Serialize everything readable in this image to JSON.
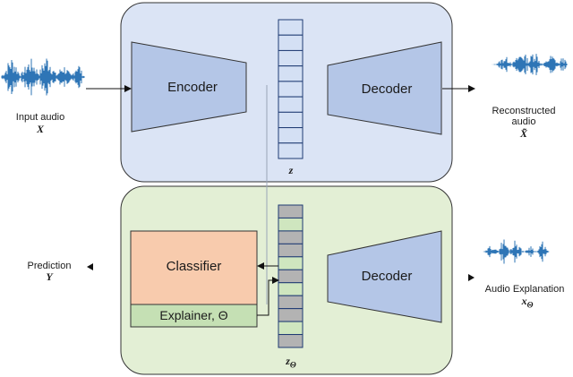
{
  "encoder": {
    "label": "Encoder"
  },
  "decoder_top": {
    "label": "Decoder"
  },
  "decoder_bottom": {
    "label": "Decoder"
  },
  "classifier": {
    "label": "Classifier"
  },
  "explainer": {
    "label": "Explainer, Θ"
  },
  "latent_top": {
    "symbol": "z",
    "cells": 9
  },
  "latent_bottom": {
    "symbol": "zΘ",
    "cells": 11,
    "grey_cells": [
      0,
      2,
      3,
      5,
      7,
      8,
      10
    ]
  },
  "input": {
    "label": "Input audio",
    "symbol": "X"
  },
  "reconstructed": {
    "label_line1": "Reconstructed",
    "label_line2": "audio",
    "symbol": "X̃"
  },
  "prediction": {
    "label": "Prediction",
    "symbol": "Y"
  },
  "explanation": {
    "label": "Audio Explanation",
    "symbol": "xΘ"
  },
  "colors": {
    "top_panel": "#dbe4f5",
    "bottom_panel": "#e3efd5",
    "trapezoid": "#b4c6e7",
    "classifier": "#f8cbad",
    "explainer": "#c5e0b4",
    "latent_blue": "#d4e0f4",
    "latent_grey": "#b3b3b3",
    "latent_green": "#cfe6bf",
    "waveform": "#2e75b6"
  }
}
